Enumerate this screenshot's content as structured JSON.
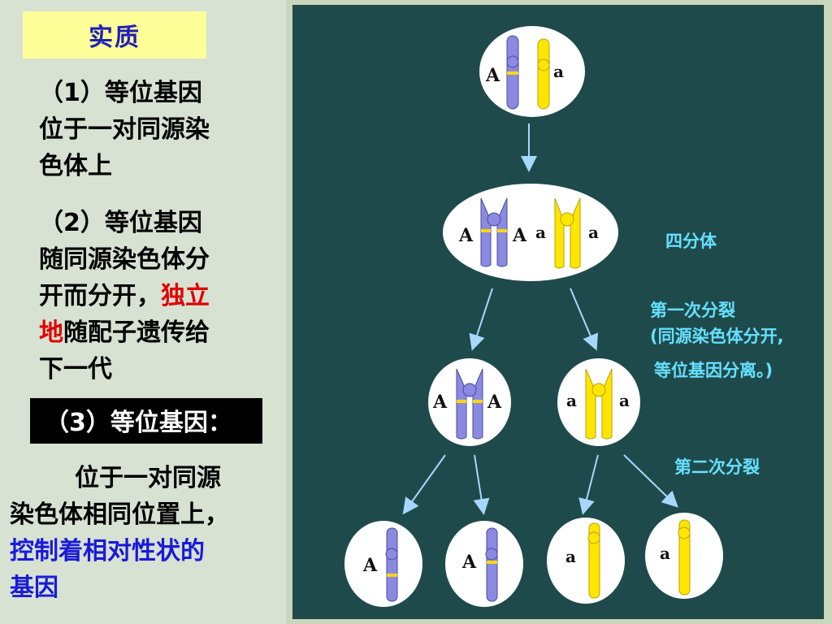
{
  "slide": {
    "title": "实质",
    "point1": {
      "lines": [
        "（1）等位基因",
        "位于一对同源染",
        "色体上"
      ]
    },
    "point2": {
      "line1": "（2）等位基因",
      "line2": "随同源染色体分",
      "line3_pre": "开而分开，",
      "line3_red": "独立",
      "line4_red": "地",
      "line4_post": "随配子遗传给",
      "line5": "下一代"
    },
    "point3": {
      "heading": "（3）等位基因：",
      "line1": "位于一对同源",
      "line2": "染色体相同位置上，",
      "blue1": "控制着相对性状的",
      "blue2": "基因"
    }
  },
  "diagram": {
    "labels": {
      "tetrad": "四分体",
      "meiosis1_title": "第一次分裂",
      "meiosis1_note1": "(同源染色体分开,",
      "meiosis1_note2": "等位基因分离。)",
      "meiosis2_title": "第二次分裂"
    },
    "alleles": {
      "cell1_left": "A",
      "cell1_right": "a",
      "cell2_A1": "A",
      "cell2_A2": "A",
      "cell2_a1": "a",
      "cell2_a2": "a",
      "cell3_left": "A",
      "cell3_right": "A",
      "cell4_left": "a",
      "cell4_right": "a",
      "cell5": "A",
      "cell6": "A",
      "cell7": "a",
      "cell8": "a"
    },
    "colors": {
      "background": "#1f4a4b",
      "blue_chromosome": "#8a8ae0",
      "yellow_chromosome": "#ffe600",
      "label": "#66e0ff",
      "arrow": "#a6d8ff"
    }
  }
}
